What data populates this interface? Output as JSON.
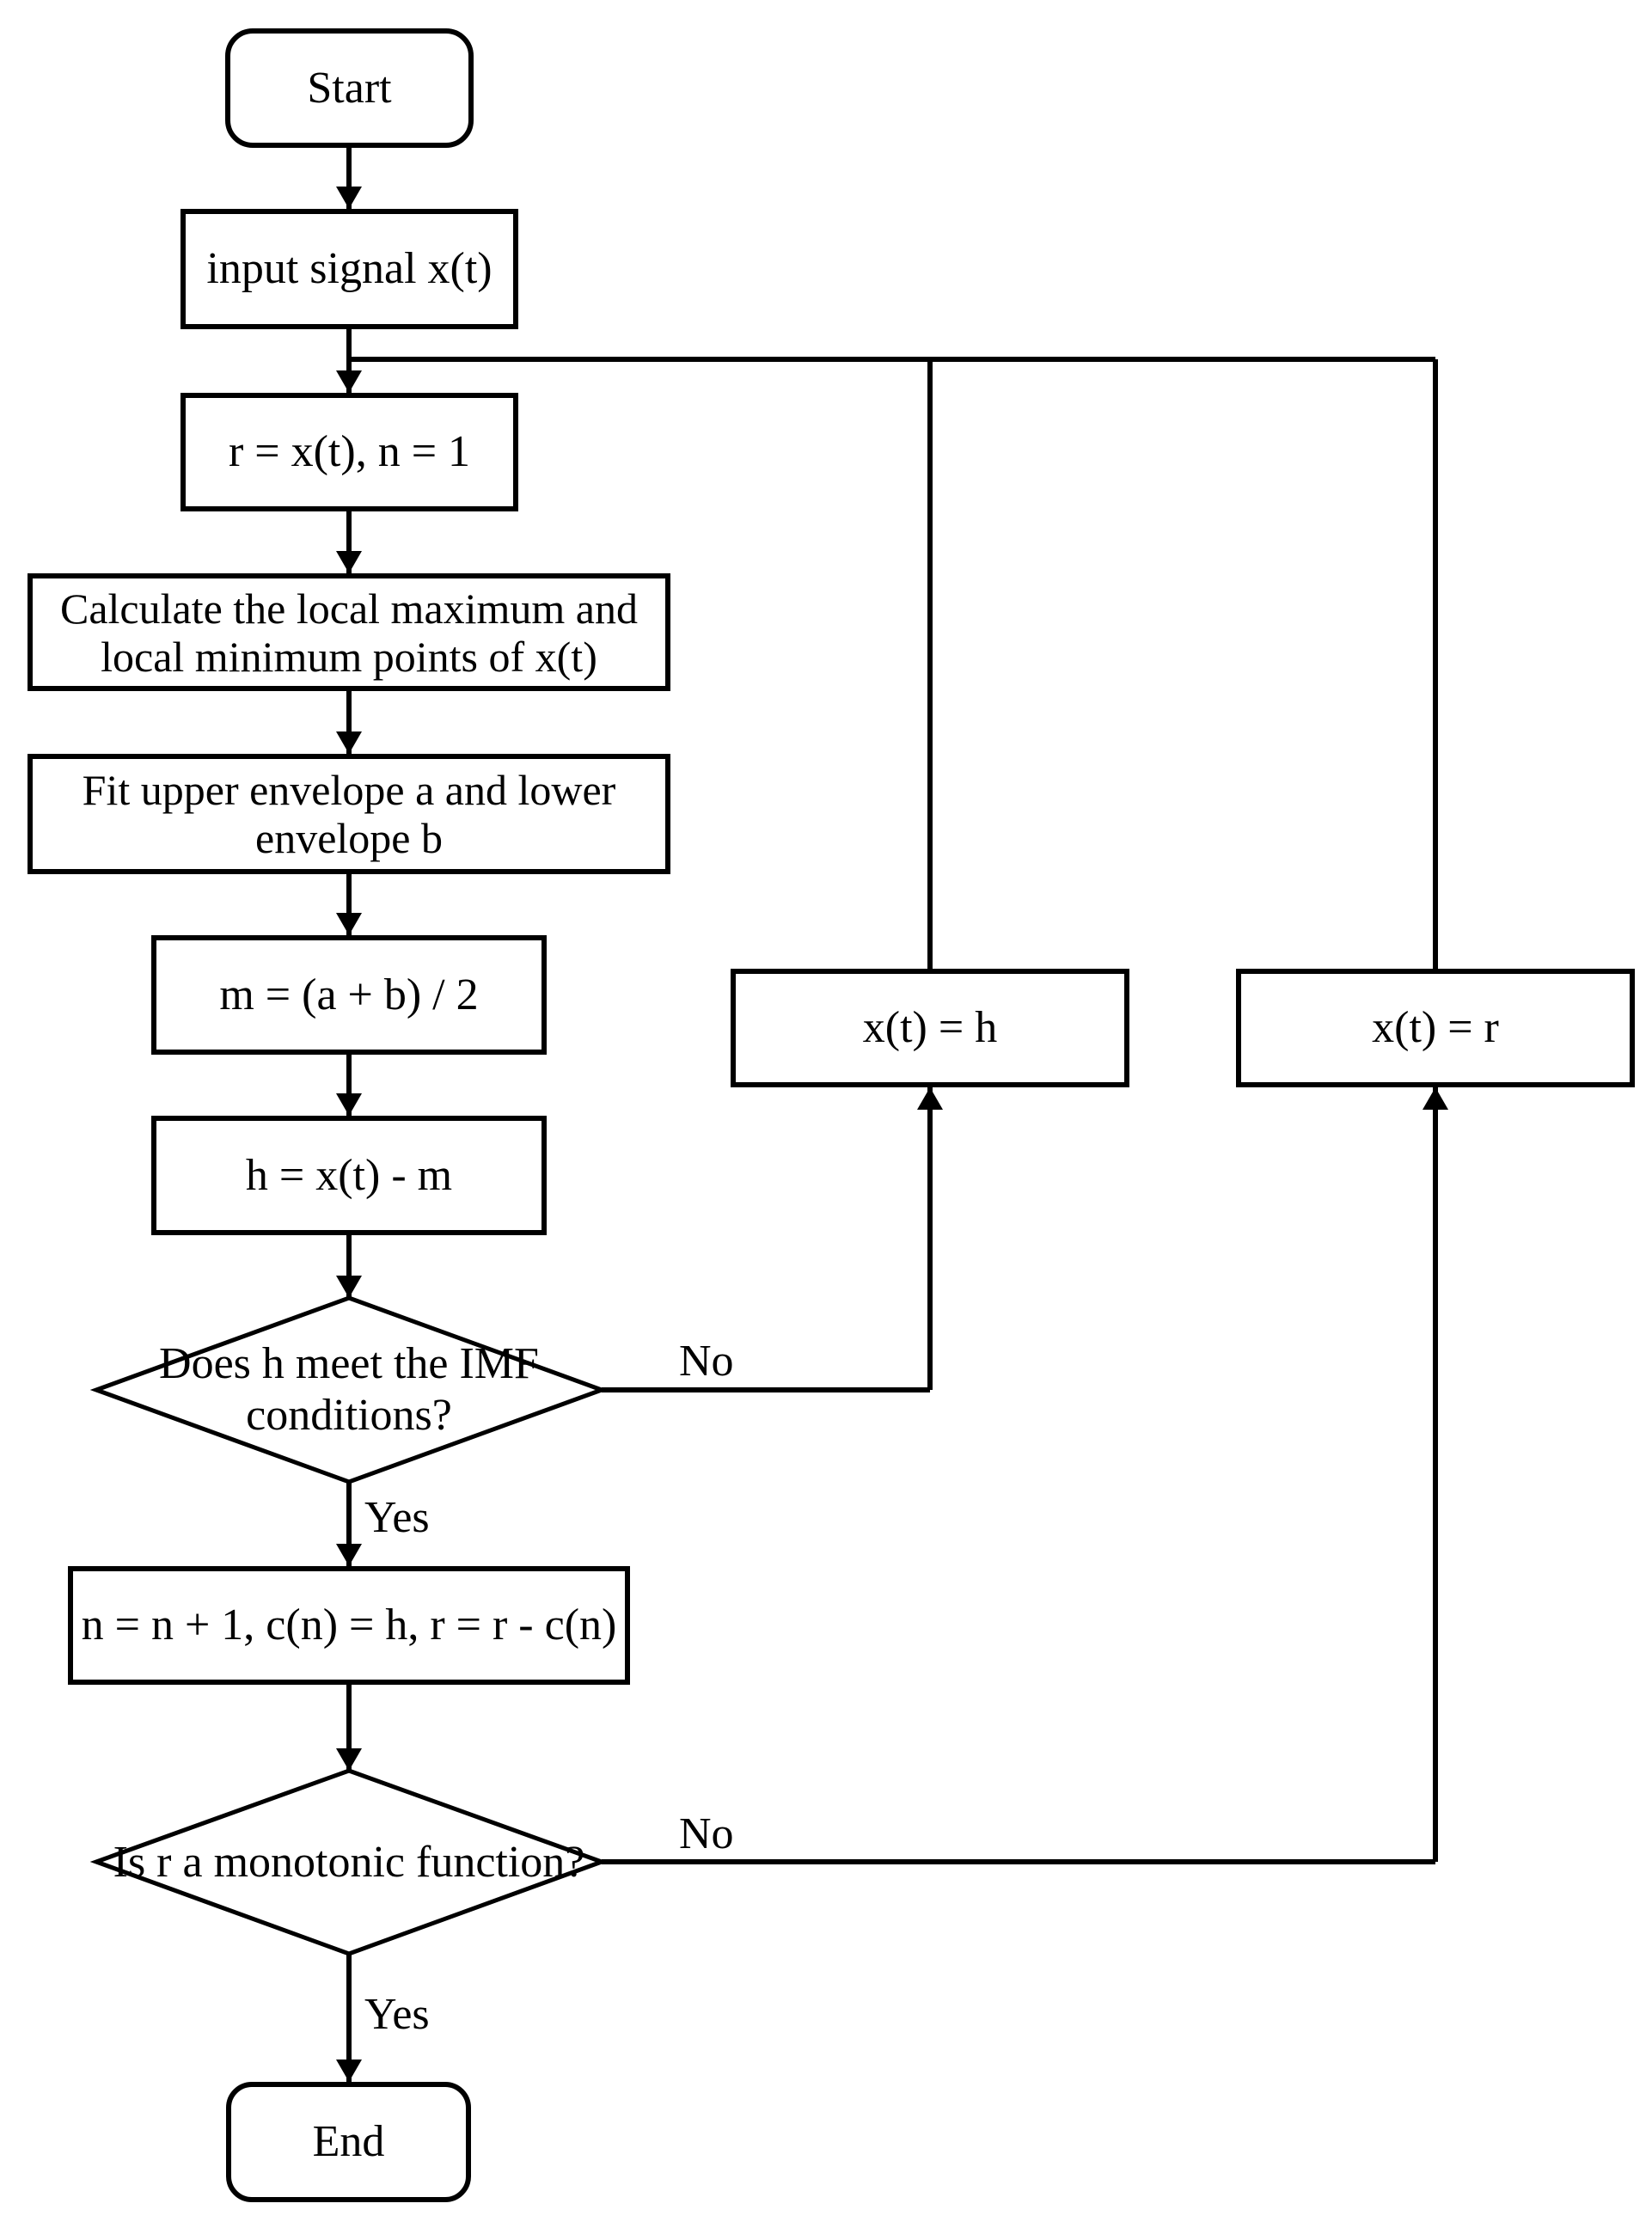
{
  "flowchart": {
    "nodes": {
      "start": "Start",
      "input_signal": "input signal x(t)",
      "init": "r = x(t), n = 1",
      "calc_extrema_line1": "Calculate the local maximum and",
      "calc_extrema_line2": "local minimum points of x(t)",
      "fit_envelope_line1": "Fit upper envelope a and lower",
      "fit_envelope_line2": "envelope b",
      "mean_envelope": "m = (a + b) / 2",
      "subtract_mean": "h = x(t) - m",
      "imf_check_line1": "Does h meet the IMF",
      "imf_check_line2": "conditions?",
      "update_residue": "n = n + 1, c(n) = h, r = r - c(n)",
      "monotonic_check": "Is r a monotonic function?",
      "set_x_to_h": "x(t) = h",
      "set_x_to_r": "x(t) = r",
      "end": "End"
    },
    "edge_labels": {
      "imf_no": "No",
      "imf_yes": "Yes",
      "monotonic_no": "No",
      "monotonic_yes": "Yes"
    }
  }
}
